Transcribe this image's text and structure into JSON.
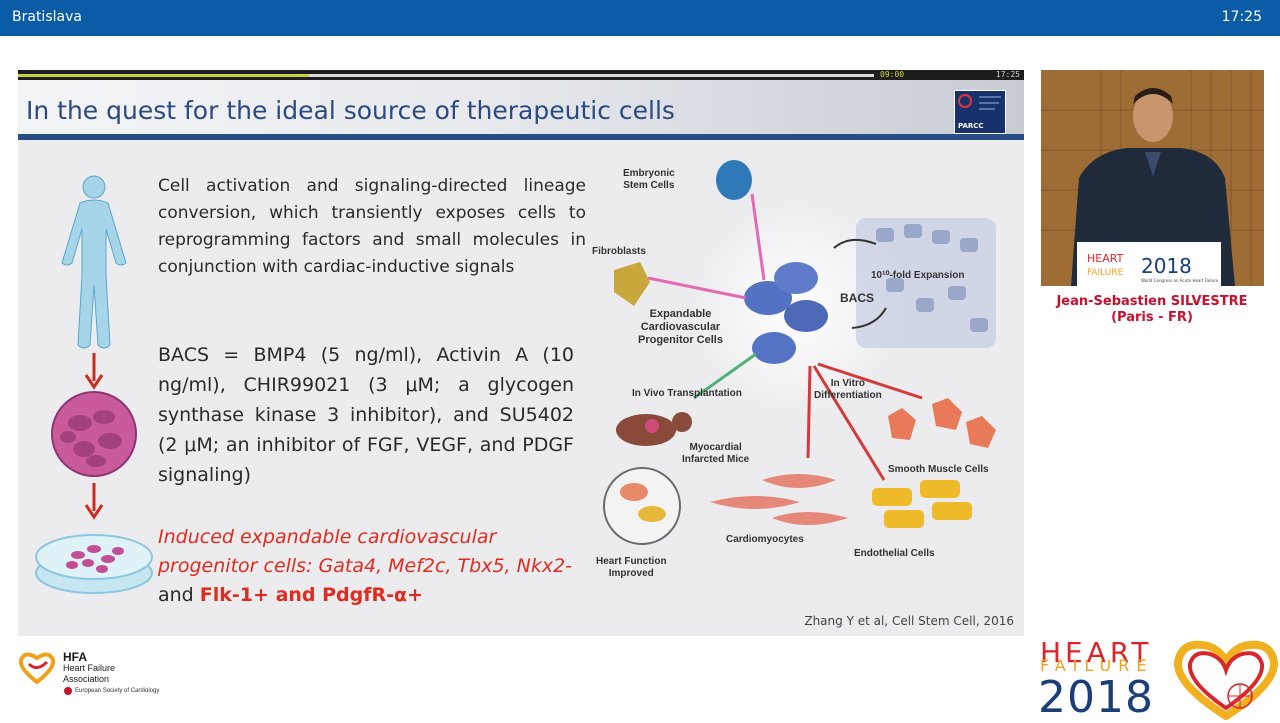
{
  "topbar": {
    "location": "Bratislava",
    "time": "17:25"
  },
  "player": {
    "elapsed": "09:00",
    "total": "17:25",
    "progress": 0.34
  },
  "slide": {
    "title": "In the quest for the ideal source of therapeutic cells",
    "logo_text": "PARCC",
    "para1": "Cell activation and signaling-directed lineage conversion, which transiently exposes cells to reprogramming factors and small molecules in conjunction with cardiac-inductive signals",
    "para2": "BACS = BMP4 (5 ng/ml), Activin A (10 ng/ml), CHIR99021 (3 μM; a glycogen synthase kinase 3 inhibitor), and SU5402 (2 μM; an inhibitor of FGF, VEGF, and PDGF signaling)",
    "para3_italic": "Induced expandable cardiovascular progenitor cells: Gata4, Mef2c, Tbx5, Nkx2-",
    "para3_and": " and ",
    "para3_bold": "Flk-1+ and PdgfR-α+",
    "citation": "Zhang Y et al, Cell Stem Cell, 2016",
    "figure": {
      "embryonic": "Embryonic\nStem Cells",
      "fibroblasts": "Fibroblasts",
      "expansion": "10¹⁰-fold Expansion",
      "bacs": "BACS",
      "progenitor": "Expandable\nCardiovascular\nProgenitor Cells",
      "in_vivo": "In Vivo Transplantation",
      "in_vitro": "In Vitro\nDifferentiation",
      "mice": "Myocardial\nInfarcted Mice",
      "smooth": "Smooth Muscle Cells",
      "heart_fn": "Heart Function\nImproved",
      "cardio": "Cardiomyocytes",
      "endo": "Endothelial Cells"
    }
  },
  "speaker": {
    "name": "Jean-Sebastien SILVESTRE",
    "affiliation": "(Paris - FR)"
  },
  "badge": {
    "heart": "HEART",
    "failure": "FAILURE",
    "year": "2018",
    "sub": "World Congress on Acute Heart Failure"
  },
  "footer": {
    "hfa_title": "HFA",
    "hfa_line1": "Heart Failure",
    "hfa_line2": "Association",
    "esc": "European Society of Cardiology",
    "hf_heart": "HEART",
    "hf_failure": "FAILURE",
    "hf_year": "2018"
  },
  "colors": {
    "topbar": "#0a5ca6",
    "title": "#2b4a82",
    "accent_red": "#e02b20",
    "speaker_red": "#c8102e"
  }
}
